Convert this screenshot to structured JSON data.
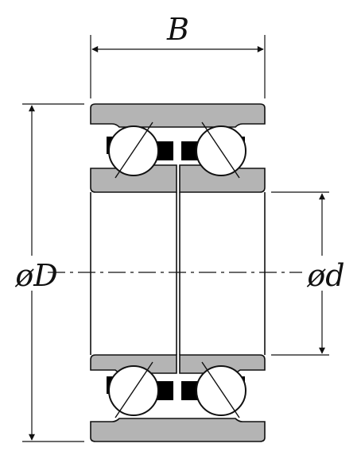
{
  "dimensions": {
    "width_label": "B",
    "outer_diameter_label": "øD",
    "bore_diameter_label": "ød"
  },
  "colors": {
    "ring_fill": "#b4b4b4",
    "line": "#111111",
    "ball_fill": "#ffffff",
    "spacer_fill": "#000000",
    "background": "#ffffff"
  }
}
